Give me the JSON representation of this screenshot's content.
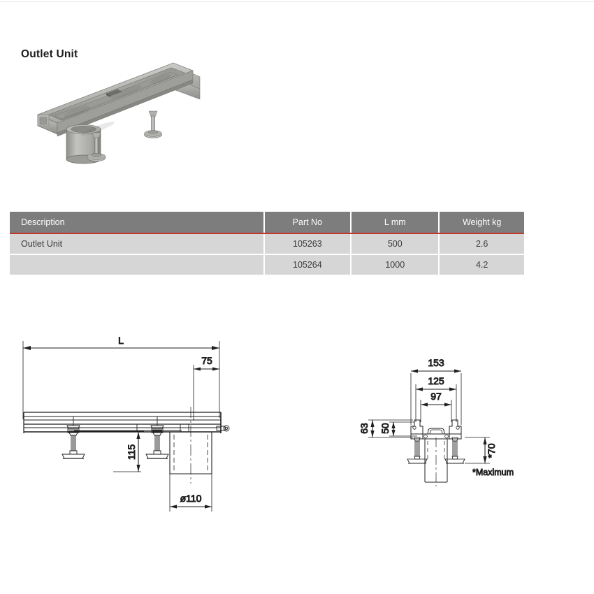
{
  "product": {
    "title": "Outlet Unit",
    "photo_alt": "outlet-unit-photo"
  },
  "table": {
    "headers": {
      "description": "Description",
      "part_no": "Part No",
      "length": "L mm",
      "weight": "Weight kg"
    },
    "rows": [
      {
        "description": "Outlet Unit",
        "part_no": "105263",
        "length": "500",
        "weight": "2.6"
      },
      {
        "description": "",
        "part_no": "105264",
        "length": "1000",
        "weight": "4.2"
      }
    ],
    "colors": {
      "header_bg": "#7d7d7d",
      "header_text": "#ffffff",
      "accent_rule": "#c0392b",
      "row_bg": "#d6d6d6",
      "row_text": "#3a3a3a"
    }
  },
  "drawings": {
    "side_view": {
      "name": "side-elevation-view",
      "dimensions": {
        "overall_length": "L",
        "outlet_offset": "75",
        "height_to_foot": "115",
        "outlet_diameter": "ø110"
      }
    },
    "section_view": {
      "name": "cross-section-view",
      "dimensions": {
        "outer_width": "153",
        "flange_width": "125",
        "channel_width": "97",
        "overall_height": "63",
        "inner_height": "50",
        "leg_height": "*70"
      },
      "note": "*Maximum"
    }
  }
}
